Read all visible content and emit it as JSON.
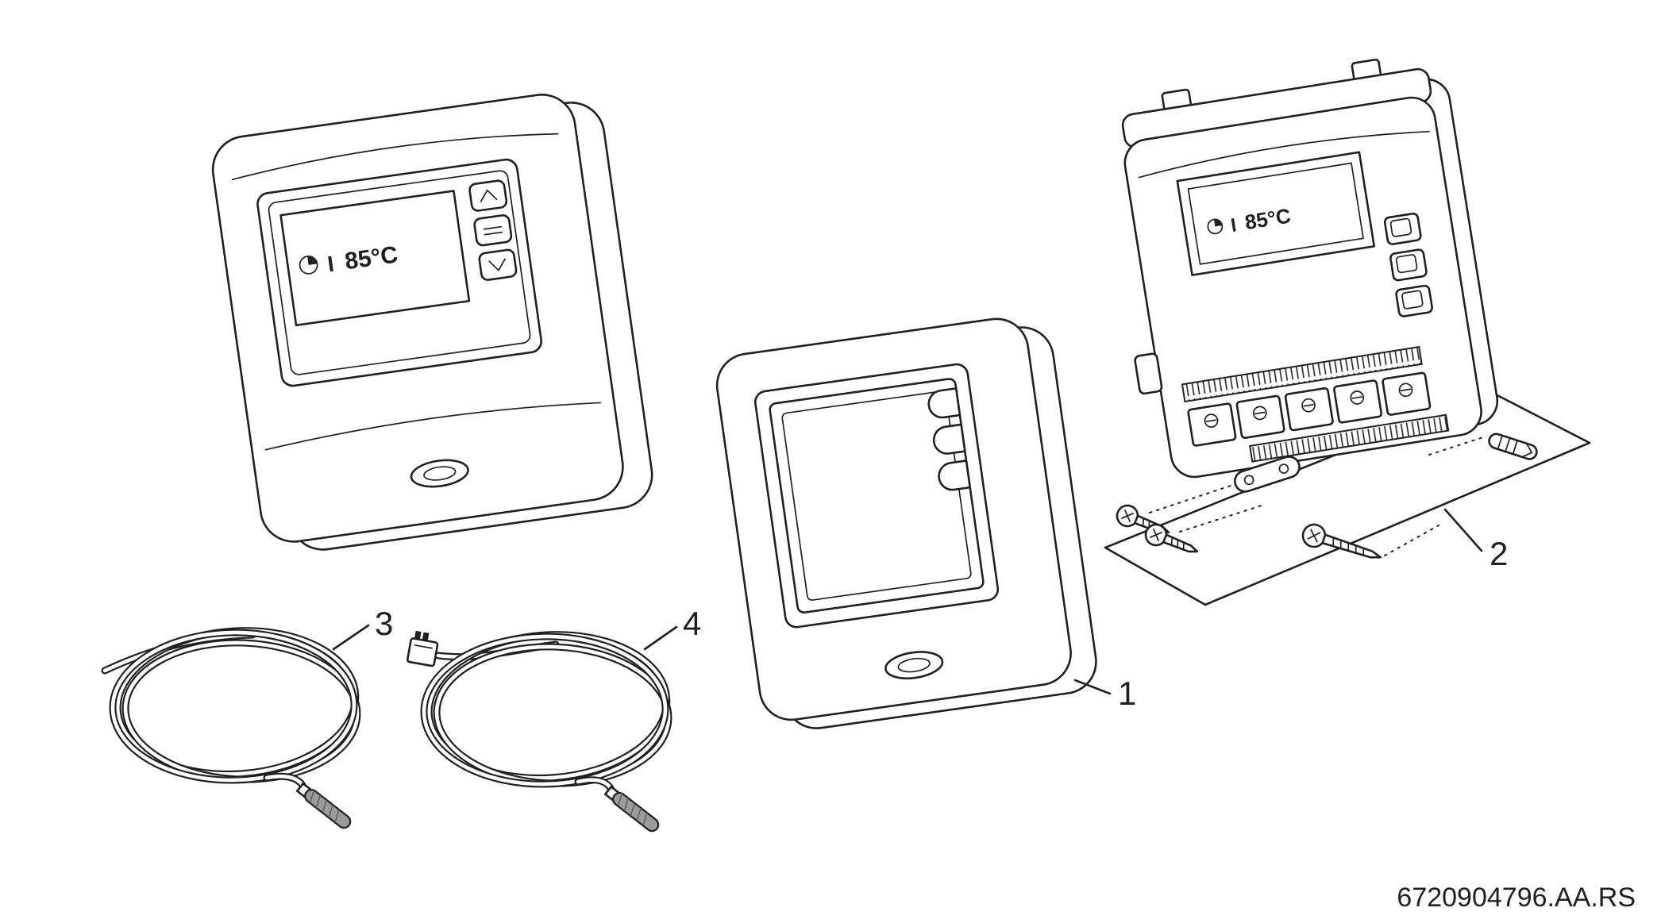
{
  "colors": {
    "line": "#231f20",
    "background": "#ffffff",
    "sensor_tip": "#9b9b9b"
  },
  "display": {
    "bar": "I",
    "reading": "85°C"
  },
  "callouts": {
    "front_cover": "1",
    "mounting_parts": "2",
    "sensor_cable_a": "3",
    "sensor_cable_b": "4"
  },
  "document_code": "6720904796.AA.RS"
}
